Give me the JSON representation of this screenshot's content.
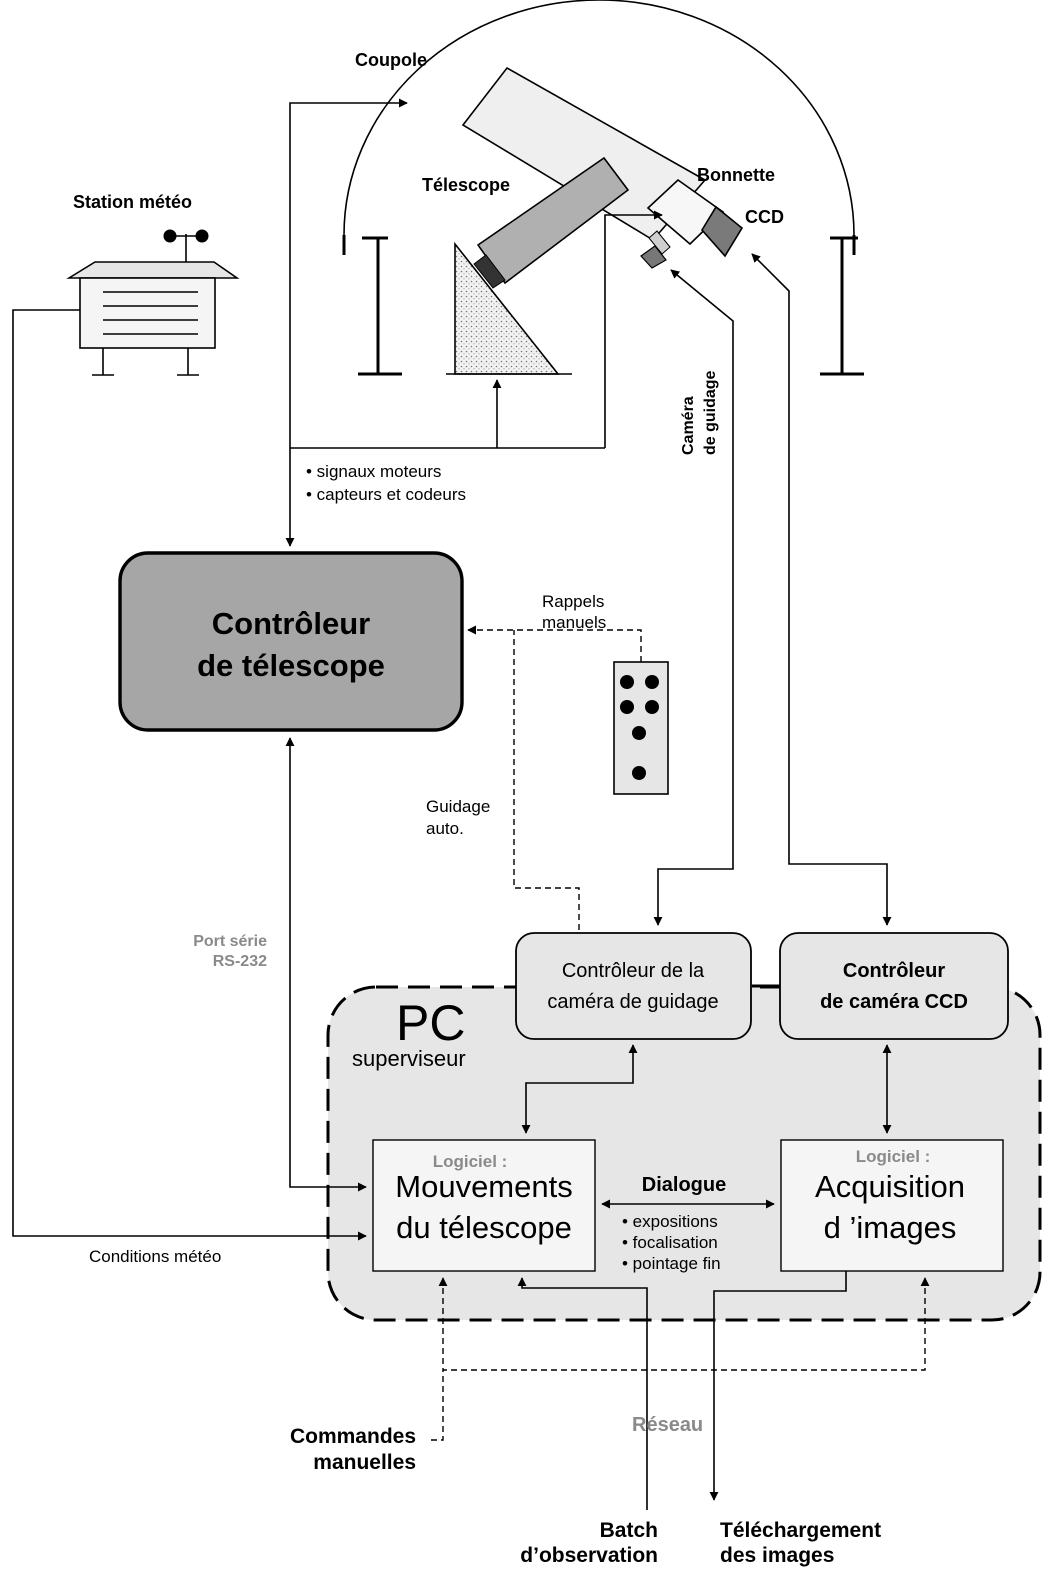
{
  "labels": {
    "coupole": "Coupole",
    "station_meteo": "Station météo",
    "telescope": "Télescope",
    "bonnette": "Bonnette",
    "ccd": "CCD",
    "camera_guidage_line1": "Caméra",
    "camera_guidage_line2": "de guidage",
    "signaux_moteurs": "• signaux moteurs",
    "capteurs_codeurs": "• capteurs et codeurs",
    "rappels_line1": "Rappels",
    "rappels_line2": "manuels",
    "guidage_auto_line1": "Guidage",
    "guidage_auto_line2": "auto.",
    "port_serie_line1": "Port série",
    "port_serie_line2": "RS-232",
    "conditions_meteo": "Conditions météo",
    "pc_title": "PC",
    "pc_subtitle": "superviseur",
    "dialogue": "Dialogue",
    "dialogue_items": [
      "• expositions",
      "• focalisation",
      "• pointage fin"
    ],
    "reseau": "Réseau",
    "commandes_line1": "Commandes",
    "commandes_line2": "manuelles",
    "batch_line1": "Batch",
    "batch_line2": "d’observation",
    "telechargement_line1": "Téléchargement",
    "telechargement_line2": "des images"
  },
  "boxes": {
    "telescope_controller": {
      "line1": "Contrôleur",
      "line2": "de télescope"
    },
    "guide_camera_controller": {
      "line1": "Contrôleur de la",
      "line2": "caméra de guidage"
    },
    "ccd_controller": {
      "line1": "Contrôleur",
      "line2": "de caméra CCD"
    },
    "motion_software": {
      "tag": "Logiciel :",
      "line1": "Mouvements",
      "line2": "du télescope"
    },
    "acquisition_software": {
      "tag": "Logiciel :",
      "line1": "Acquisition",
      "line2": "d ’images"
    }
  },
  "colors": {
    "telescope_controller_fill": "#a6a6a6",
    "pc_fill": "#e6e6e6",
    "software_box_fill": "#f5f5f5",
    "muted_text": "#8a8a8a"
  }
}
